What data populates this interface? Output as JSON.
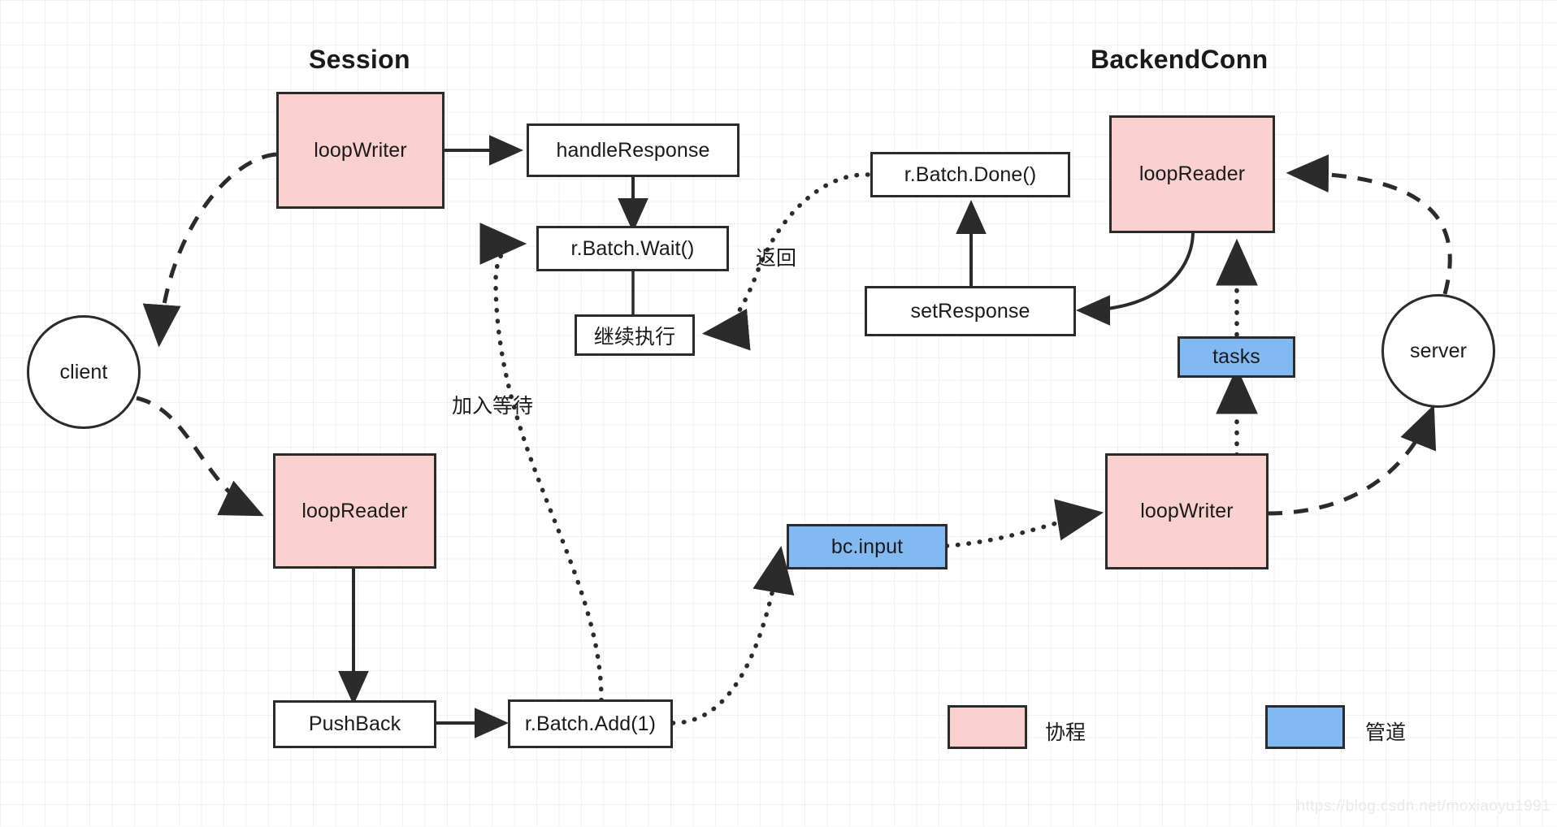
{
  "diagram": {
    "groups": [
      {
        "id": "session",
        "title": "Session"
      },
      {
        "id": "backendconn",
        "title": "BackendConn"
      }
    ],
    "nodes": [
      {
        "id": "client",
        "label": "client",
        "shape": "circle",
        "fill": "white"
      },
      {
        "id": "server",
        "label": "server",
        "shape": "circle",
        "fill": "white"
      },
      {
        "id": "session-loopwriter",
        "label": "loopWriter",
        "shape": "rect",
        "fill": "pink"
      },
      {
        "id": "session-loopreader",
        "label": "loopReader",
        "shape": "rect",
        "fill": "pink"
      },
      {
        "id": "handleresponse",
        "label": "handleResponse",
        "shape": "rect",
        "fill": "white"
      },
      {
        "id": "batch-wait",
        "label": "r.Batch.Wait()",
        "shape": "rect",
        "fill": "white"
      },
      {
        "id": "continue-exec",
        "label": "继续执行",
        "shape": "rect",
        "fill": "white"
      },
      {
        "id": "pushback",
        "label": "PushBack",
        "shape": "rect",
        "fill": "white"
      },
      {
        "id": "batch-add",
        "label": "r.Batch.Add(1)",
        "shape": "rect",
        "fill": "white"
      },
      {
        "id": "bc-input",
        "label": "bc.input",
        "shape": "rect",
        "fill": "blue"
      },
      {
        "id": "batch-done",
        "label": "r.Batch.Done()",
        "shape": "rect",
        "fill": "white"
      },
      {
        "id": "setresponse",
        "label": "setResponse",
        "shape": "rect",
        "fill": "white"
      },
      {
        "id": "tasks",
        "label": "tasks",
        "shape": "rect",
        "fill": "blue"
      },
      {
        "id": "bc-loopreader",
        "label": "loopReader",
        "shape": "rect",
        "fill": "pink"
      },
      {
        "id": "bc-loopwriter",
        "label": "loopWriter",
        "shape": "rect",
        "fill": "pink"
      }
    ],
    "edge_labels": [
      {
        "id": "return",
        "text": "返回"
      },
      {
        "id": "join-wait",
        "text": "加入等待"
      }
    ],
    "legend": [
      {
        "id": "goroutine",
        "label": "协程",
        "color": "#fad1cf"
      },
      {
        "id": "channel",
        "label": "管道",
        "color": "#82b9f2"
      }
    ],
    "watermark": "https://blog.csdn.net/moxiaoyu1991",
    "colors": {
      "pink": "#fad1cf",
      "blue": "#82b9f2",
      "stroke": "#2b2b2b",
      "background": "#ffffff",
      "grid": "#f0f0f0"
    }
  }
}
